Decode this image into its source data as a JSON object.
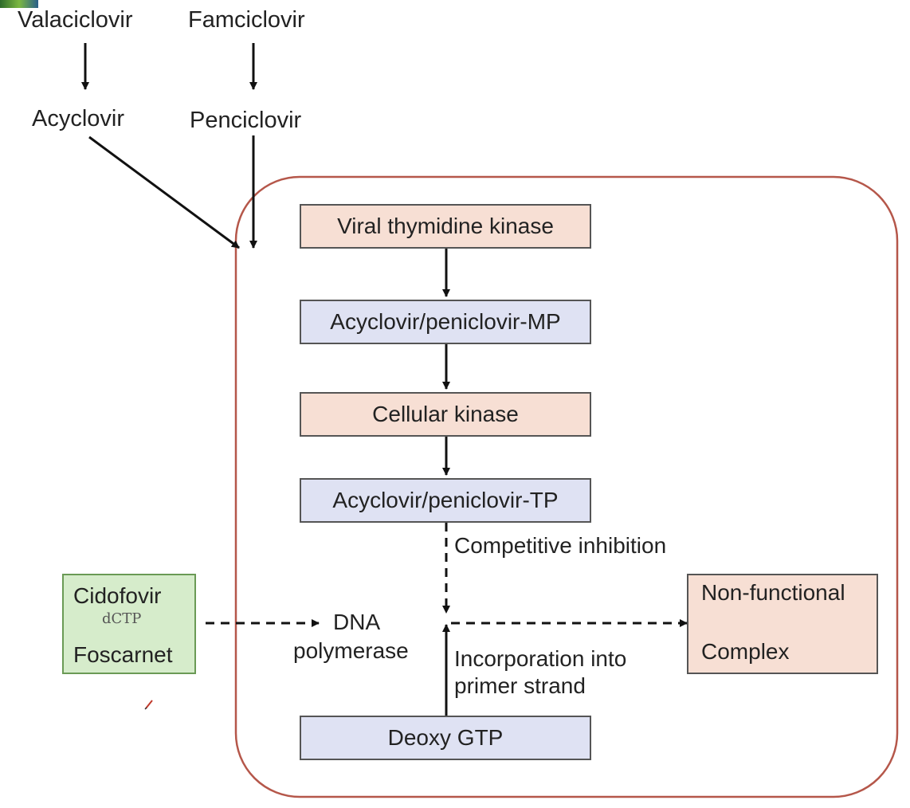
{
  "drugs": {
    "valaciclovir": "Valaciclovir",
    "famciclovir": "Famciclovir",
    "acyclovir": "Acyclovir",
    "penciclovir": "Penciclovir"
  },
  "boxes": {
    "viral_thymidine_kinase": "Viral thymidine kinase",
    "mp": "Acyclovir/peniclovir-MP",
    "cellular_kinase": "Cellular kinase",
    "tp": "Acyclovir/peniclovir-TP",
    "deoxy_gtp": "Deoxy GTP"
  },
  "inhibitors": {
    "cidofovir": "Cidofovir",
    "dctp": "dCTP",
    "foscarnet": "Foscarnet"
  },
  "labels": {
    "competitive_inhibition": "Competitive inhibition",
    "dna": "DNA",
    "polymerase": "polymerase",
    "incorporation_line1": "Incorporation into",
    "incorporation_line2": "primer strand"
  },
  "result": {
    "line1": "Non-functional",
    "line2": "Complex"
  },
  "colors": {
    "cell_border": "#b5574a",
    "kinase_fill": "#f7dfd4",
    "product_fill": "#dfe2f3",
    "inhibitor_fill": "#d6eccb"
  }
}
